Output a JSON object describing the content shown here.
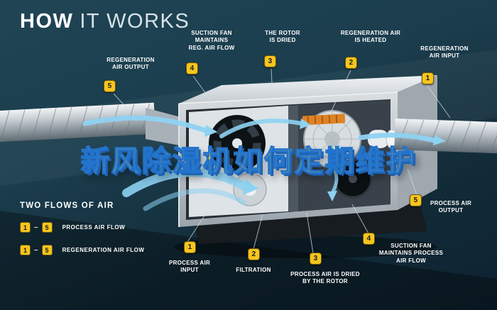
{
  "header": {
    "title_bold": "HOW",
    "title_light": "IT WORKS"
  },
  "overlay": {
    "text": "新风除湿机如何定期维护"
  },
  "callouts": {
    "top": [
      {
        "num": "5",
        "label": "REGENERATION\nAIR OUTPUT"
      },
      {
        "num": "4",
        "label": "SUCTION FAN\nMAINTAINS\nREG. AIR FLOW"
      },
      {
        "num": "3",
        "label": "THE ROTOR\nIS DRIED"
      },
      {
        "num": "2",
        "label": "REGENERATION AIR\nIS HEATED"
      },
      {
        "num": "1",
        "label": "REGENERATION\nAIR INPUT"
      }
    ],
    "bottom": [
      {
        "num": "1",
        "label": "PROCESS AIR\nINPUT"
      },
      {
        "num": "2",
        "label": "FILTRATION"
      },
      {
        "num": "3",
        "label": "PROCESS AIR IS DRIED\nBY THE ROTOR"
      },
      {
        "num": "4",
        "label": "SUCTION FAN\nMAINTAINS PROCESS\nAIR FLOW"
      },
      {
        "num": "5",
        "label": "PROCESS AIR\nOUTPUT"
      }
    ]
  },
  "legend": {
    "title": "TWO FLOWS OF AIR",
    "separator": "–",
    "items": [
      {
        "from": "1",
        "to": "5",
        "label": "PROCESS AIR FLOW"
      },
      {
        "from": "1",
        "to": "5",
        "label": "REGENERATION AIR FLOW"
      }
    ]
  },
  "colors": {
    "background": "#16323f",
    "badge": "#f6c51d",
    "badge_text": "#15191c",
    "label_text": "#ffffff",
    "overlay_fill": "#ffd515",
    "overlay_outline": "#2273cc",
    "arrow": "#8ed2f2"
  }
}
